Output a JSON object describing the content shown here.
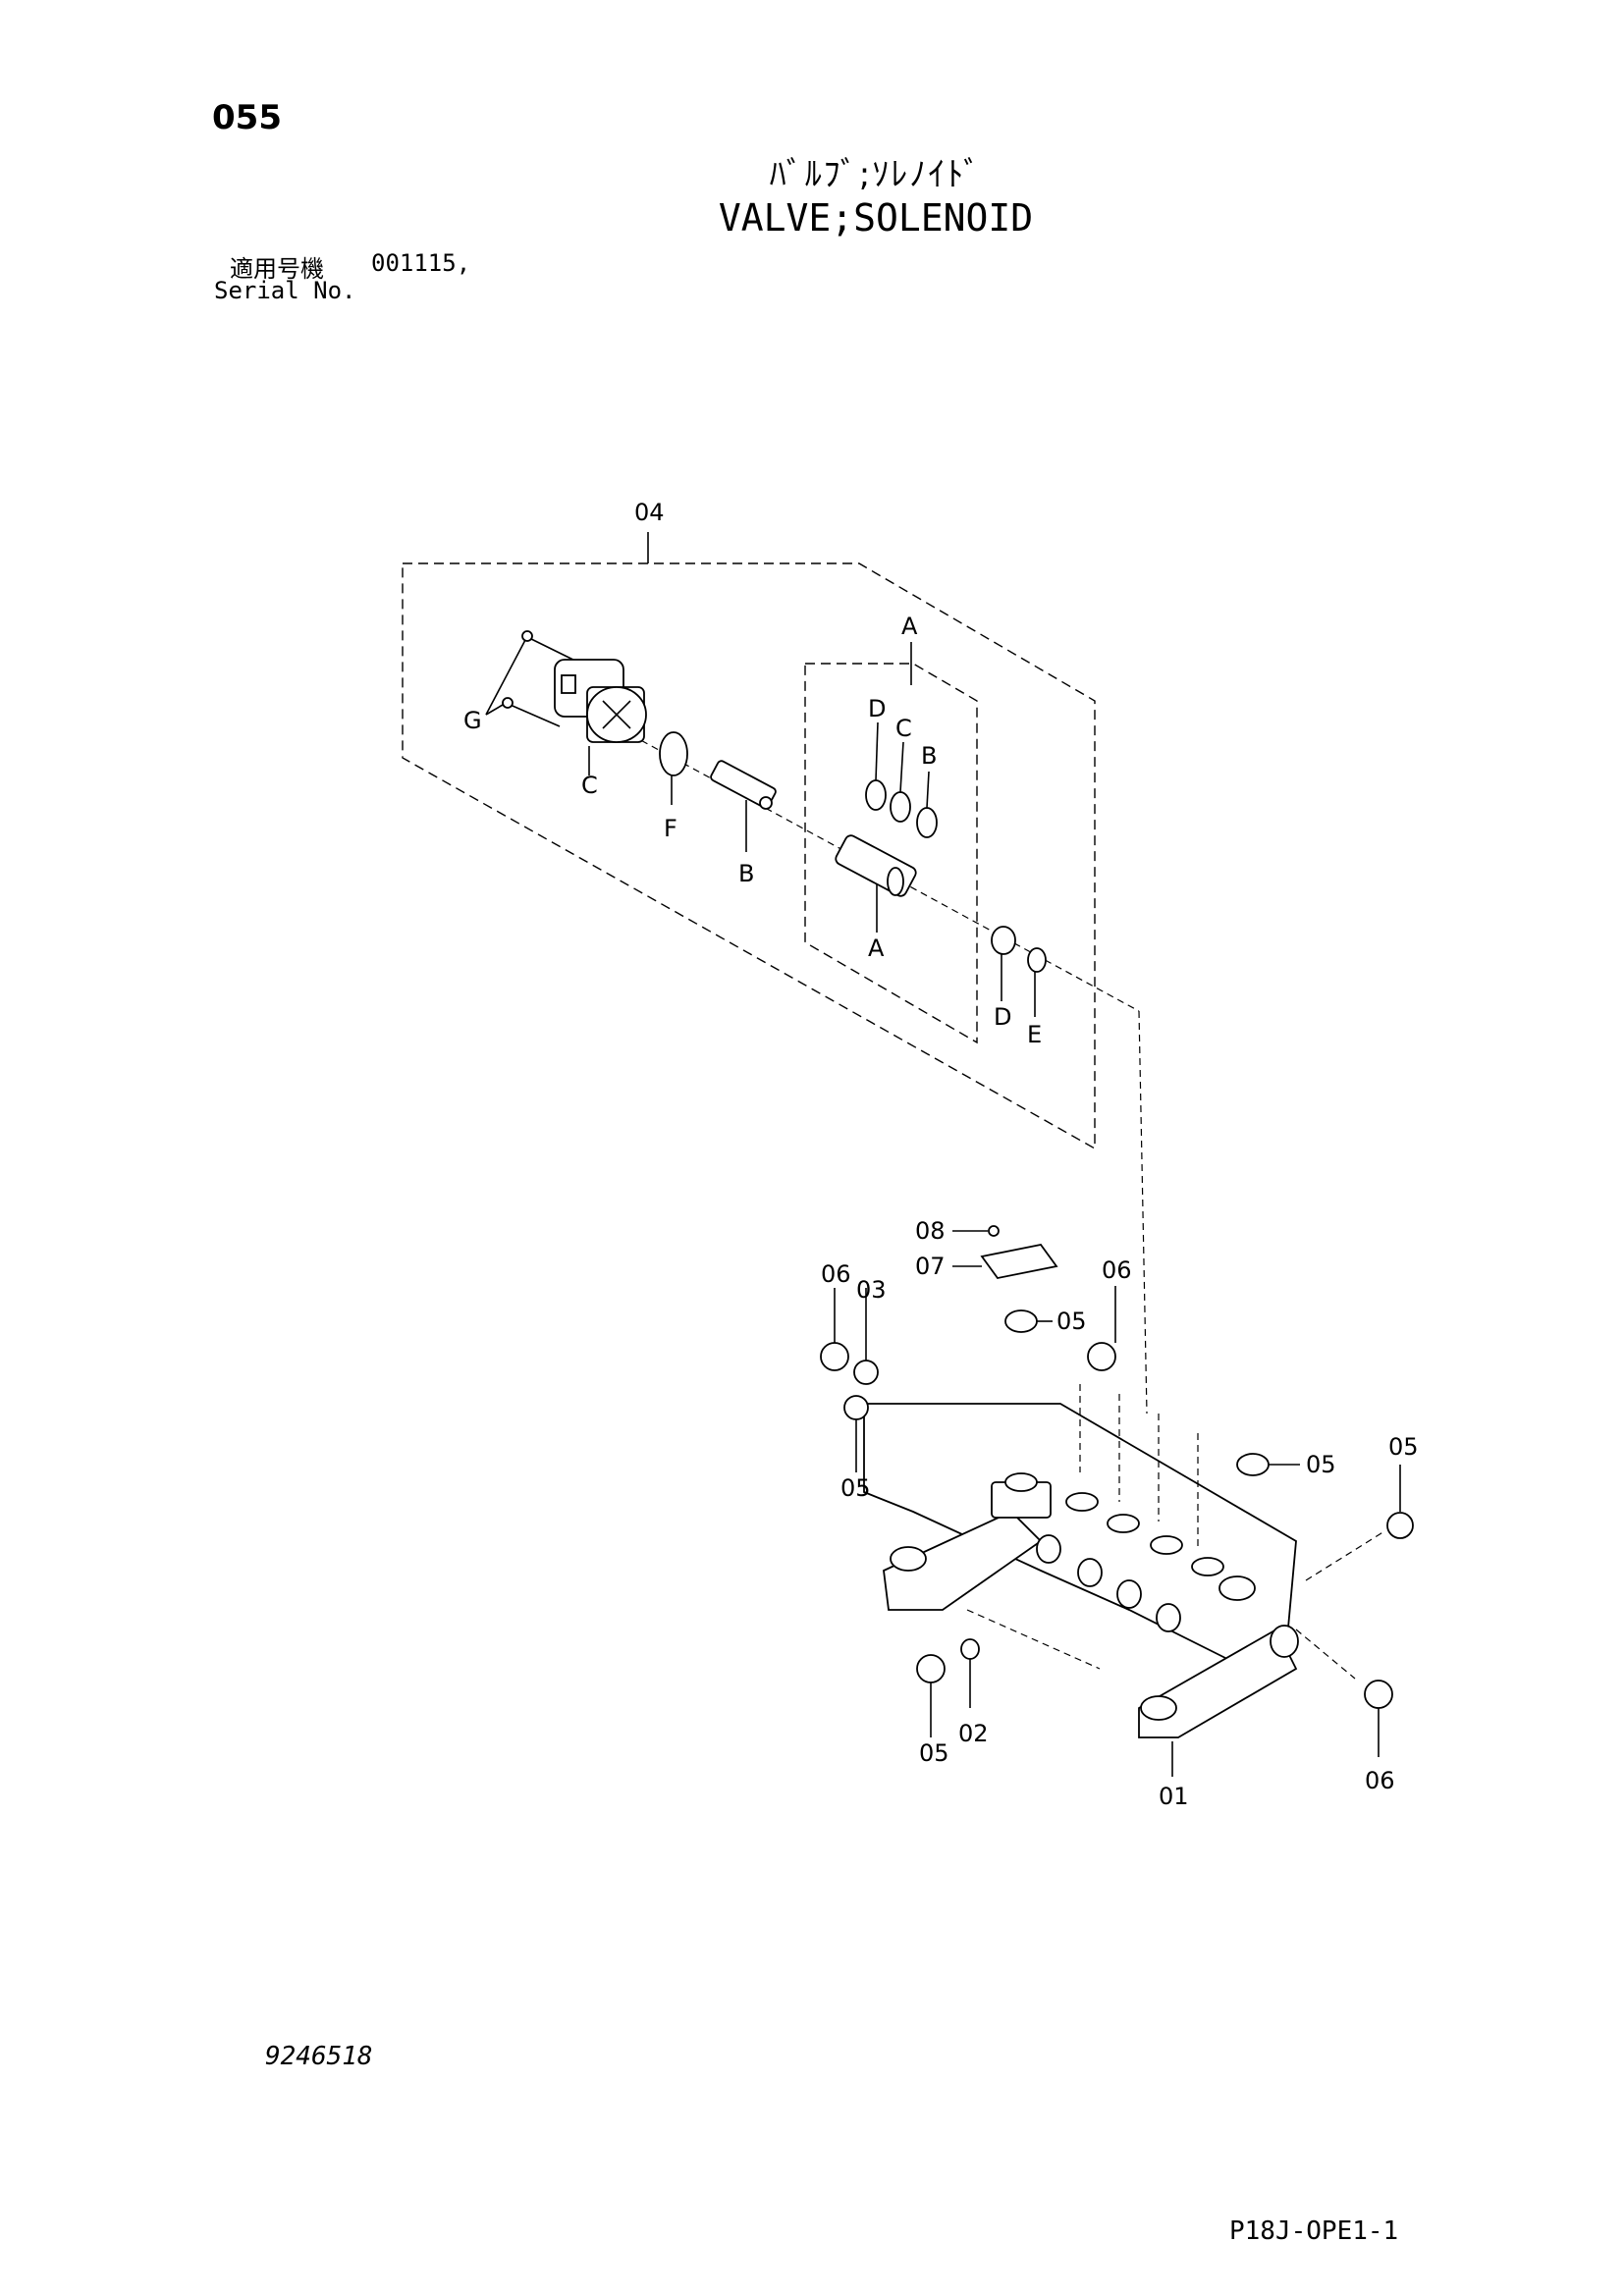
{
  "header": {
    "page_number": "055",
    "title_jp": "ﾊﾞﾙﾌﾞ;ｿﾚﾉｲﾄﾞ",
    "title_en": "VALVE;SOLENOID",
    "serial_label_jp": "適用号機",
    "serial_value": "001115,",
    "serial_label_en": "Serial No."
  },
  "footer": {
    "drawing_number": "9246518",
    "page_code": "P18J-OPE1-1"
  },
  "callouts": {
    "c04": "04",
    "cA_top": "A",
    "cA_bottom": "A",
    "cB_ring": "B",
    "cB_spool": "B",
    "cC_ring": "C",
    "cC_coil": "C",
    "cD_ring": "D",
    "cD_plug": "D",
    "cE": "E",
    "cF": "F",
    "cG": "G",
    "c01": "01",
    "c02": "02",
    "c03": "03",
    "c05_left": "05",
    "c05_top": "05",
    "c05_mid": "05",
    "c05_right": "05",
    "c05_bottom": "05",
    "c06_left": "06",
    "c06_top": "06",
    "c06_bottom": "06",
    "c07": "07",
    "c08": "08"
  }
}
